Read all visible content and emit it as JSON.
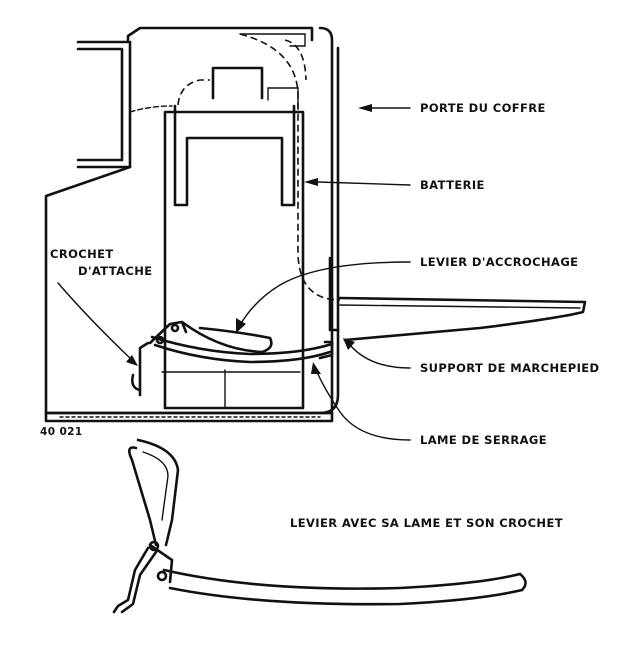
{
  "labels": {
    "porte_du_coffre": "PORTE DU COFFRE",
    "batterie": "BATTERIE",
    "levier_daccrochage": "LEVIER D'ACCROCHAGE",
    "support_de_marchepied": "SUPPORT DE MARCHEPIED",
    "lame_de_serrage": "LAME DE SERRAGE",
    "crochet_line1": "CROCHET",
    "crochet_line2": "D'ATTACHE",
    "figure_number": "40 021",
    "detail_caption": "LEVIER AVEC SA LAME ET SON CROCHET"
  }
}
